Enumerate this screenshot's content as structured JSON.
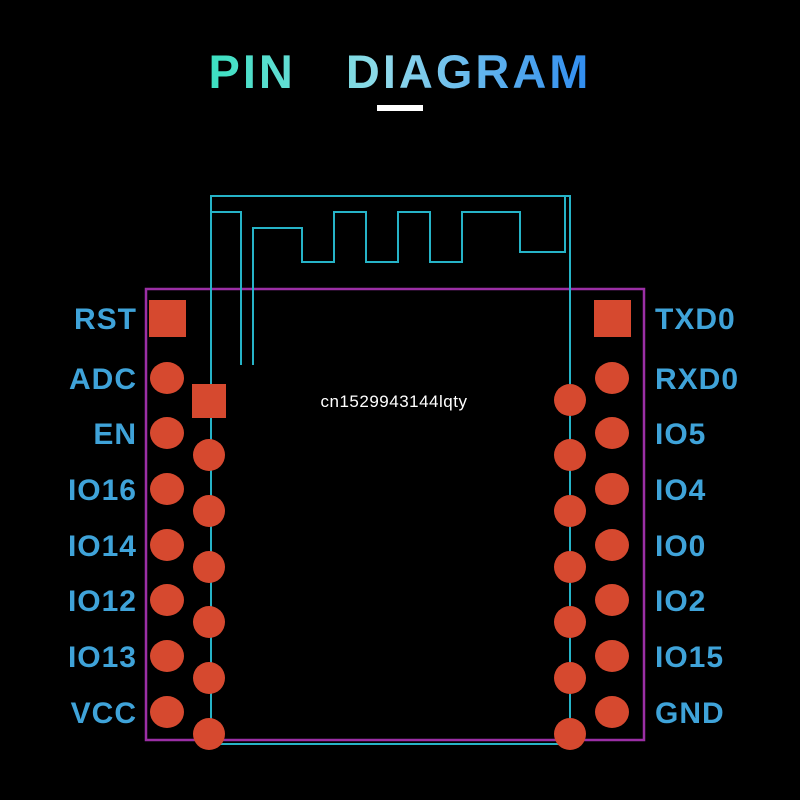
{
  "title": {
    "text": "PIN DIAGRAM"
  },
  "watermark": {
    "text": "cn1529943144lqty"
  },
  "pins": {
    "left": [
      {
        "label": "RST"
      },
      {
        "label": "ADC"
      },
      {
        "label": "EN"
      },
      {
        "label": "IO16"
      },
      {
        "label": "IO14"
      },
      {
        "label": "IO12"
      },
      {
        "label": "IO13"
      },
      {
        "label": "VCC"
      }
    ],
    "right": [
      {
        "label": "TXD0"
      },
      {
        "label": "RXD0"
      },
      {
        "label": "IO5"
      },
      {
        "label": "IO4"
      },
      {
        "label": "IO0"
      },
      {
        "label": "IO2"
      },
      {
        "label": "IO15"
      },
      {
        "label": "GND"
      }
    ]
  },
  "colors": {
    "background": "#000000",
    "pad": "#d6492f",
    "module_outline": "#9b2fa5",
    "trace": "#26b3c7",
    "pin_label": "#3fa3d9",
    "title_gradient_start": "#3be0c0",
    "title_gradient_mid": "#8fd9ea",
    "title_gradient_end": "#2f8cf0",
    "underline": "#ffffff",
    "watermark": "#ffffff"
  }
}
